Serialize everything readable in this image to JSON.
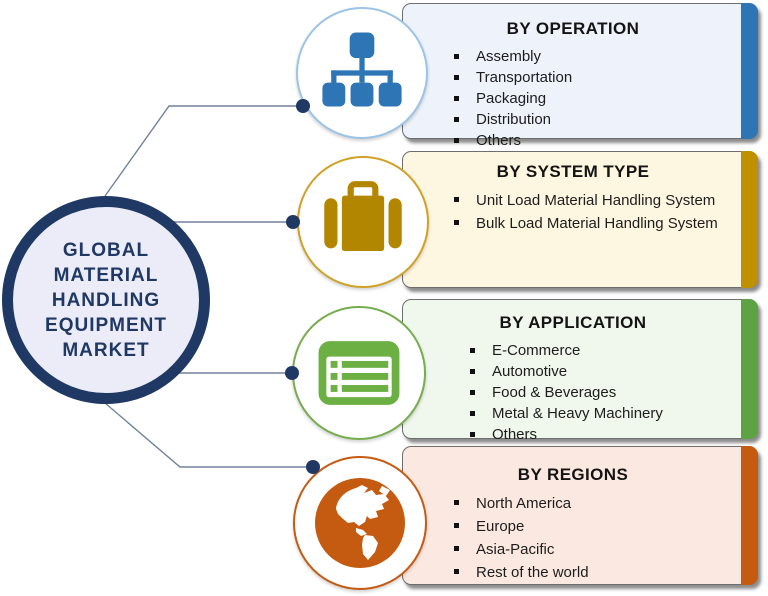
{
  "center": {
    "title": "GLOBAL MATERIAL HANDLING EQUIPMENT MARKET",
    "lines": [
      "GLOBAL",
      "MATERIAL",
      "HANDLING",
      "EQUIPMENT",
      "MARKET"
    ]
  },
  "branches": [
    {
      "id": "by-operation",
      "title": "BY OPERATION",
      "icon": "sitemap-icon",
      "accent_color": "#2E75B6",
      "panel_bg": "#EDF2FB",
      "circle_border": "#9DC3E6",
      "items": [
        "Assembly",
        "Transportation",
        "Packaging",
        "Distribution",
        "Others"
      ]
    },
    {
      "id": "by-system-type",
      "title": "BY SYSTEM TYPE",
      "icon": "briefcase-icon",
      "accent_color": "#BF9000",
      "panel_bg": "#FDF6E0",
      "circle_border": "#CFA227",
      "items": [
        "Unit Load Material Handling System",
        "Bulk Load Material Handling System"
      ]
    },
    {
      "id": "by-application",
      "title": "BY APPLICATION",
      "icon": "list-icon",
      "accent_color": "#5DA343",
      "panel_bg": "#F0F7EC",
      "circle_border": "#76AD4E",
      "items": [
        "E-Commerce",
        "Automotive",
        "Food & Beverages",
        "Metal & Heavy Machinery",
        "Others"
      ]
    },
    {
      "id": "by-regions",
      "title": "BY REGIONS",
      "icon": "globe-icon",
      "accent_color": "#C55A11",
      "panel_bg": "#FBE9E1",
      "circle_border": "#C55A11",
      "items": [
        "North America",
        "Europe",
        "Asia-Pacific",
        "Rest of the world"
      ]
    }
  ],
  "colors": {
    "center_border": "#1F3864",
    "center_fill": "#EBECF8",
    "center_text": "#1F3864",
    "connector_line": "#72819F",
    "connector_dot": "#1F3864",
    "bullet": "#111111"
  }
}
